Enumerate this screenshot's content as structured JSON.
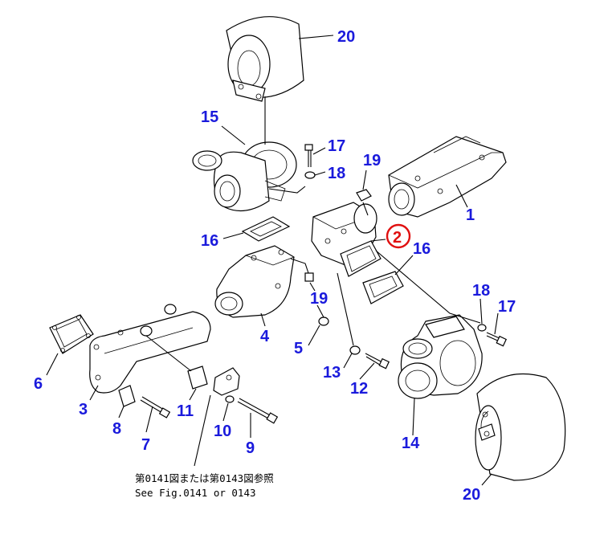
{
  "callouts": {
    "c1": "1",
    "c2": "2",
    "c3": "3",
    "c4": "4",
    "c5": "5",
    "c6": "6",
    "c7": "7",
    "c8": "8",
    "c9": "9",
    "c10": "10",
    "c11": "11",
    "c12": "12",
    "c13": "13",
    "c14": "14",
    "c15": "15",
    "c16a": "16",
    "c16b": "16",
    "c17a": "17",
    "c17b": "17",
    "c18a": "18",
    "c18b": "18",
    "c19a": "19",
    "c19b": "19",
    "c20a": "20",
    "c20b": "20"
  },
  "note": {
    "line1": "第0141図または第0143図参照",
    "line2": "See Fig.0141 or 0143"
  },
  "colors": {
    "callout": "#1a1adc",
    "highlight": "#e01010",
    "line": "#000000"
  }
}
